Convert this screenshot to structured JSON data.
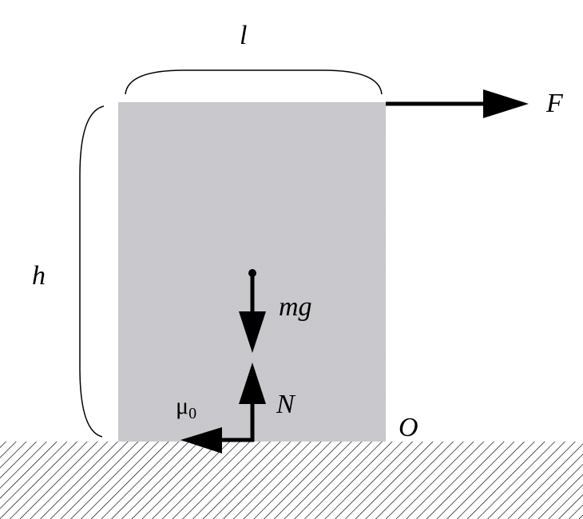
{
  "labels": {
    "length": "l",
    "height": "h",
    "force": "F",
    "weight": "mg",
    "normal": "N",
    "friction": "μ",
    "friction_sub": "0",
    "pivot": "O"
  },
  "colors": {
    "block": "#c4c4c8",
    "ink": "#000000"
  }
}
